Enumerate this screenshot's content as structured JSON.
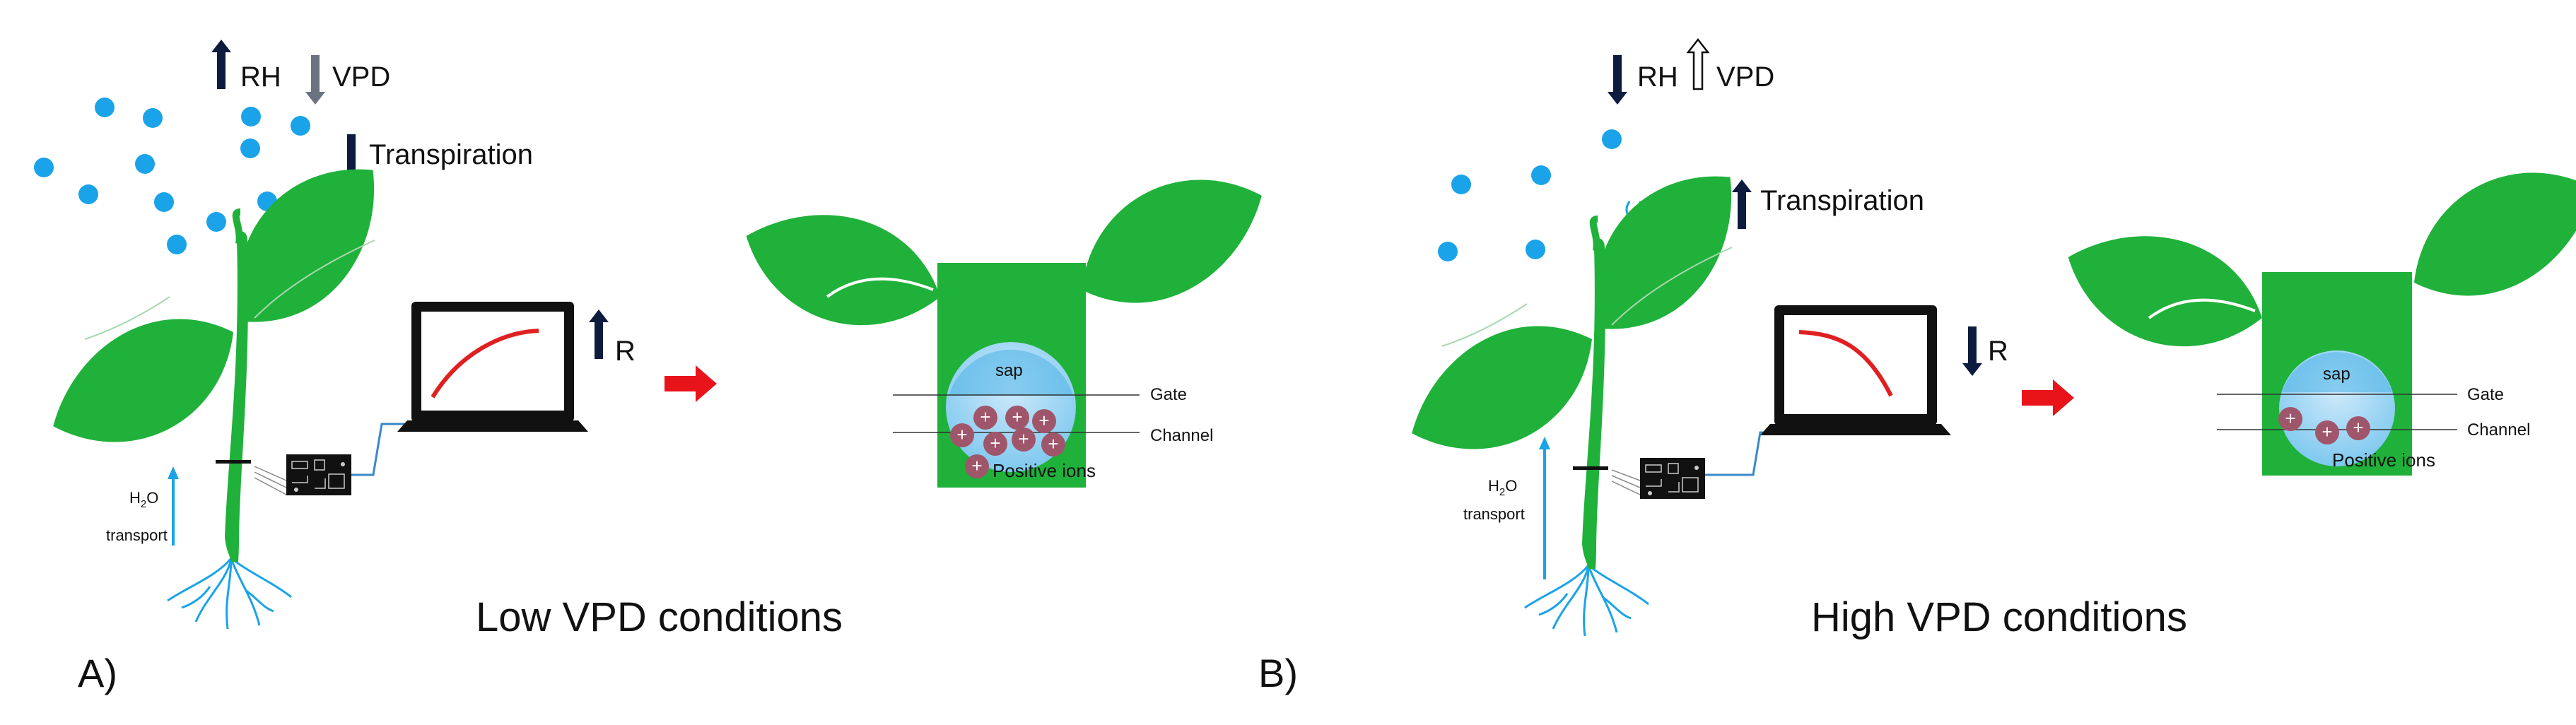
{
  "panels": [
    {
      "letter": "A)",
      "caption": "Low VPD  conditions",
      "rh": "RH",
      "vpd": "VPD",
      "transpiration": "Transpiration",
      "r": "R",
      "water_h": "H",
      "water_sub": "2",
      "water_o": "O",
      "transport": "transport",
      "sap": "sap",
      "gate": "Gate",
      "channel": "Channel",
      "ions": "Positive ions",
      "plus": "+"
    },
    {
      "letter": "B)",
      "caption": "High VPD conditions",
      "rh": "RH",
      "vpd": "VPD",
      "transpiration": "Transpiration",
      "r": "R",
      "water_h": "H",
      "water_sub": "2",
      "water_o": "O",
      "transport": "transport",
      "sap": "sap",
      "gate": "Gate",
      "channel": "Channel",
      "ions": "Positive ions",
      "plus": "+"
    }
  ],
  "colors": {
    "leaf": "#1fb13a",
    "leaf_vein": "#a8d8b0",
    "water": "#1aa3e8",
    "arrow_dark": "#0d1b3e",
    "arrow_gray": "#6b7280",
    "red": "#e8141a",
    "curve": "#e02020",
    "sap_fill": "#bfe4f7",
    "sap_top": "#4db3e6",
    "ion": "#a0566a"
  }
}
